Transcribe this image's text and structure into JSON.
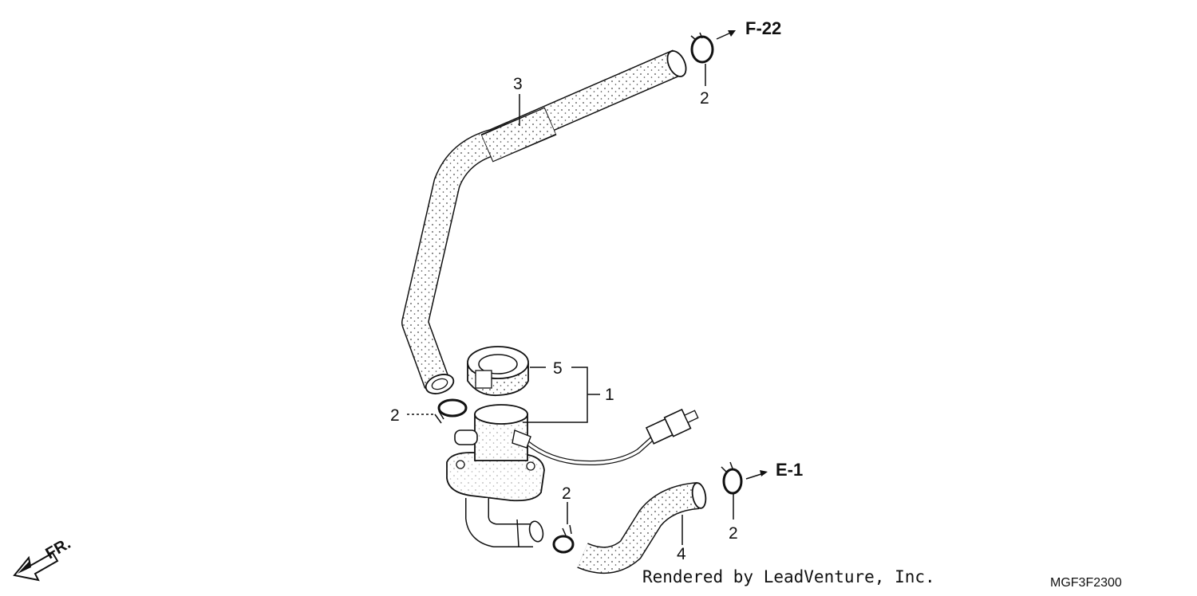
{
  "labels": {
    "part_1": "1",
    "part_2a": "2",
    "part_2b": "2",
    "part_2c": "2",
    "part_2d": "2",
    "part_3": "3",
    "part_4": "4",
    "part_5": "5"
  },
  "refs": {
    "top": "F-22",
    "right": "E-1"
  },
  "direction": "FR.",
  "credit": "Rendered by LeadVenture, Inc.",
  "diagram_code": "MGF3F2300",
  "colors": {
    "line": "#111111",
    "hose_fill": "#ffffff",
    "dot": "#444444"
  }
}
